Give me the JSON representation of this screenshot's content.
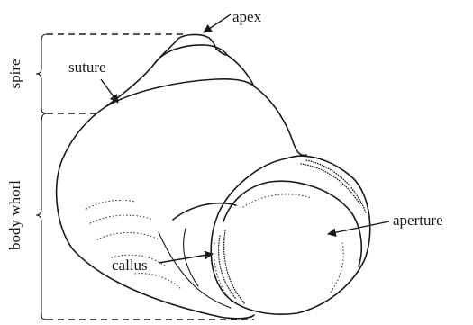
{
  "labels": {
    "apex": "apex",
    "suture": "suture",
    "spire": "spire",
    "body_whorl": "body whorl",
    "aperture": "aperture",
    "callus": "callus"
  }
}
